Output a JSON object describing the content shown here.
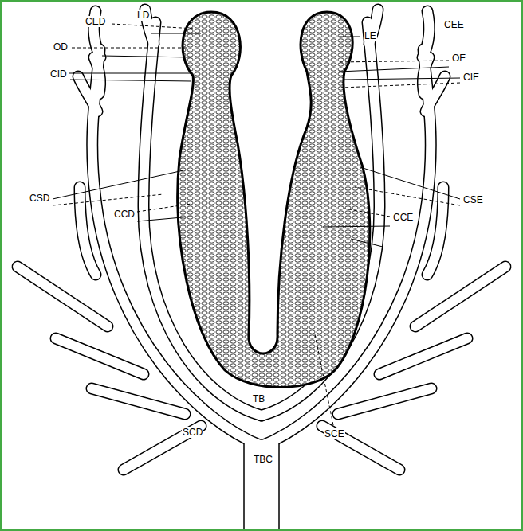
{
  "diagram": {
    "labels": [
      "CED",
      "LD",
      "CEE",
      "LE",
      "OD",
      "OE",
      "CID",
      "CIE",
      "CSD",
      "CSE",
      "CCD",
      "CCE",
      "TB",
      "SCD",
      "SCE",
      "TBC"
    ]
  }
}
